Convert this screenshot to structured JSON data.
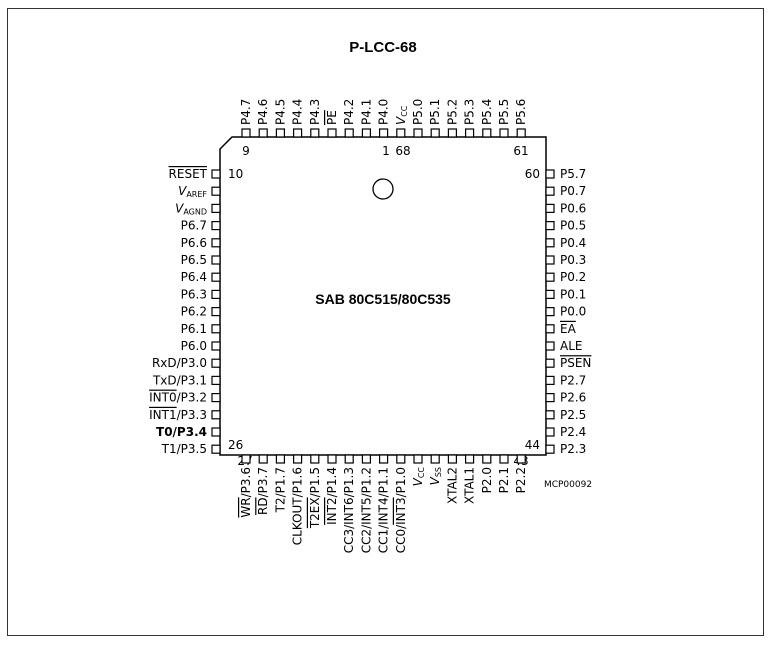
{
  "title": "P-LCC-68",
  "chip_label": "SAB 80C515/80C535",
  "figure_code": "MCP00092",
  "corner_numbers": {
    "top_left": "9",
    "top_mid_a": "1",
    "top_mid_b": "68",
    "top_right": "61",
    "left_top": "10",
    "right_top": "60",
    "left_bottom": "26",
    "bottom_left": "27",
    "bottom_right": "43",
    "right_bottom": "44"
  },
  "pins": {
    "top": [
      {
        "text": "P4.7"
      },
      {
        "text": "P4.6"
      },
      {
        "text": "P4.5"
      },
      {
        "text": "P4.4"
      },
      {
        "text": "P4.3"
      },
      {
        "text": "PE",
        "overline": true
      },
      {
        "text": "P4.2"
      },
      {
        "text": "P4.1"
      },
      {
        "text": "P4.0"
      },
      {
        "text": "V",
        "sub": "CC",
        "italic": true
      },
      {
        "text": "P5.0"
      },
      {
        "text": "P5.1"
      },
      {
        "text": "P5.2"
      },
      {
        "text": "P5.3"
      },
      {
        "text": "P5.4"
      },
      {
        "text": "P5.5"
      },
      {
        "text": "P5.6"
      }
    ],
    "left": [
      {
        "text": "RESET",
        "overline": true
      },
      {
        "text": "V",
        "sub": "AREF",
        "italic": true
      },
      {
        "text": "V",
        "sub": "AGND",
        "italic": true
      },
      {
        "text": "P6.7"
      },
      {
        "text": "P6.6"
      },
      {
        "text": "P6.5"
      },
      {
        "text": "P6.4"
      },
      {
        "text": "P6.3"
      },
      {
        "text": "P6.2"
      },
      {
        "text": "P6.1"
      },
      {
        "text": "P6.0"
      },
      {
        "text": "RxD/P3.0"
      },
      {
        "text": "TxD/P3.1"
      },
      {
        "text": "INT0",
        "overline": true,
        "rest": "/P3.2"
      },
      {
        "text": "INT1",
        "overline": true,
        "rest": "/P3.3"
      },
      {
        "text": "T0/P3.4",
        "bold": true
      },
      {
        "text": "T1/P3.5"
      }
    ],
    "right": [
      {
        "text": "P5.7"
      },
      {
        "text": "P0.7"
      },
      {
        "text": "P0.6"
      },
      {
        "text": "P0.5"
      },
      {
        "text": "P0.4"
      },
      {
        "text": "P0.3"
      },
      {
        "text": "P0.2"
      },
      {
        "text": "P0.1"
      },
      {
        "text": "P0.0"
      },
      {
        "text": "EA",
        "overline": true
      },
      {
        "text": "ALE"
      },
      {
        "text": "PSEN",
        "overline": true
      },
      {
        "text": "P2.7"
      },
      {
        "text": "P2.6"
      },
      {
        "text": "P2.5"
      },
      {
        "text": "P2.4"
      },
      {
        "text": "P2.3"
      }
    ],
    "bottom": [
      {
        "text": "WR",
        "overline": true,
        "rest": "/P3.6"
      },
      {
        "text": "RD",
        "overline": true,
        "rest": "/P3.7"
      },
      {
        "text": "T2/P1.7"
      },
      {
        "text": "CLKOUT/P1.6"
      },
      {
        "text": "T2EX",
        "overline": true,
        "rest": "/P1.5"
      },
      {
        "text": "INT2",
        "overline": true,
        "rest": "/P1.4"
      },
      {
        "text": "CC3/INT6/P1.3"
      },
      {
        "text": "CC2/INT5/P1.2"
      },
      {
        "text": "CC1/INT4/P1.1"
      },
      {
        "text": "CC0/",
        "tail_overline": "INT3",
        "rest": "/P1.0"
      },
      {
        "text": "V",
        "sub": "CC",
        "italic": true
      },
      {
        "text": "V",
        "sub": "SS",
        "italic": true
      },
      {
        "text": "XTAL2"
      },
      {
        "text": "XTAL1"
      },
      {
        "text": "P2.0"
      },
      {
        "text": "P2.1"
      },
      {
        "text": "P2.2"
      }
    ]
  }
}
